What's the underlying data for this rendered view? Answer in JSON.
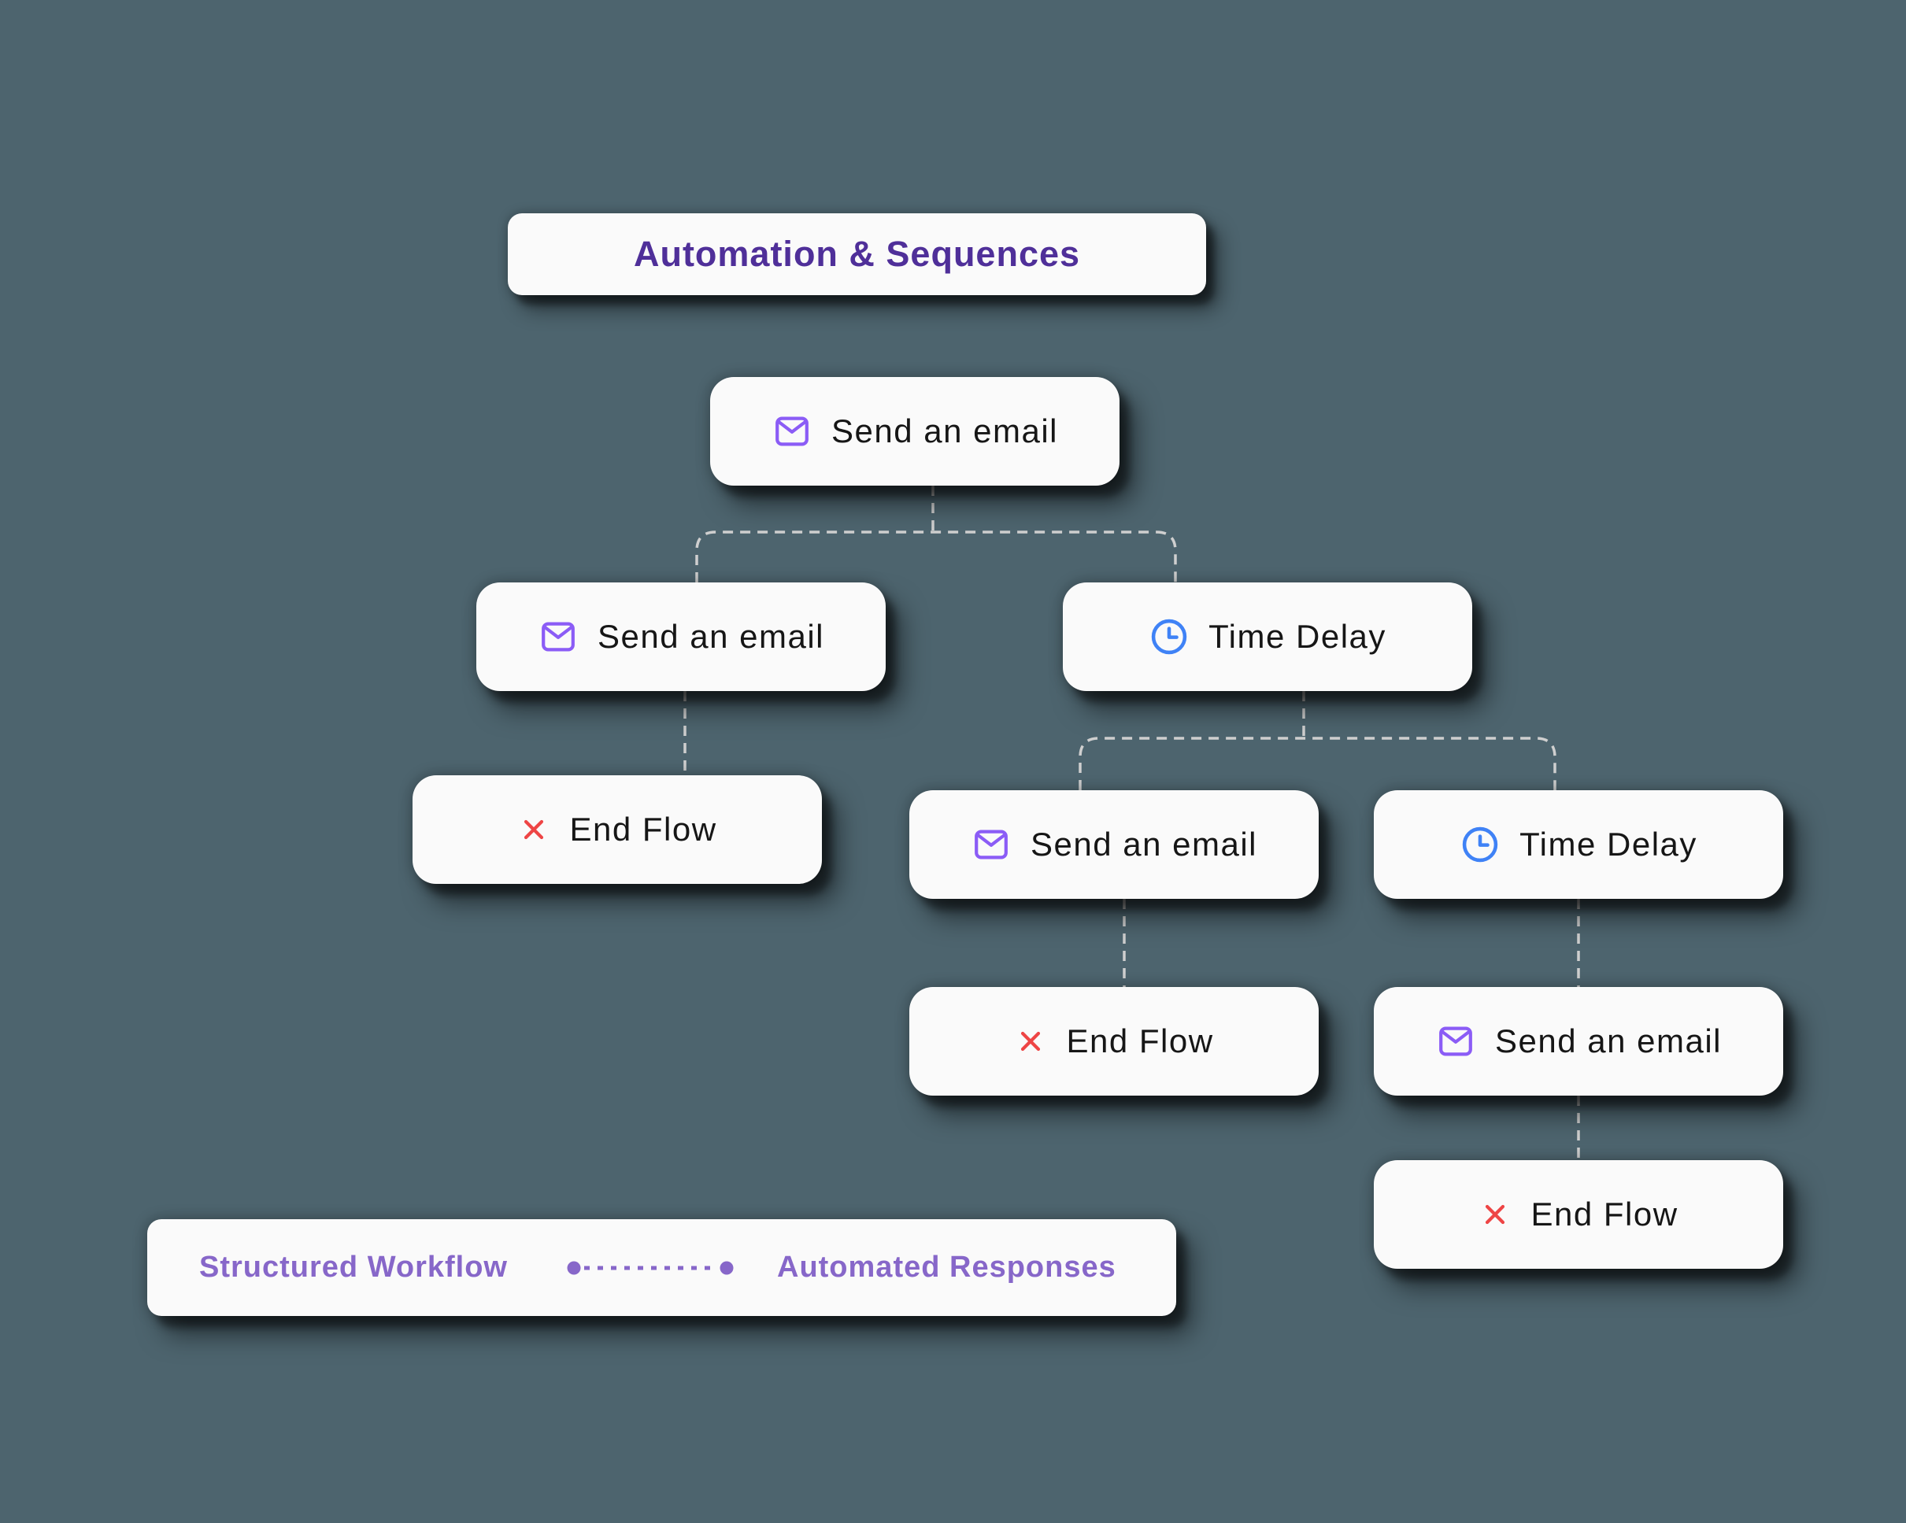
{
  "title": {
    "label": "Automation & Sequences"
  },
  "nodes": [
    {
      "label": "Send an email",
      "type": "send-email"
    },
    {
      "label": "Send an email",
      "type": "send-email"
    },
    {
      "label": "Time Delay",
      "type": "time-delay"
    },
    {
      "label": "End Flow",
      "type": "end-flow"
    },
    {
      "label": "Send an email",
      "type": "send-email"
    },
    {
      "label": "Time Delay",
      "type": "time-delay"
    },
    {
      "label": "End Flow",
      "type": "end-flow"
    },
    {
      "label": "Send an email",
      "type": "send-email"
    },
    {
      "label": "End Flow",
      "type": "end-flow"
    }
  ],
  "legend": {
    "left_label": "Structured Workflow",
    "right_label": "Automated Responses"
  },
  "colors": {
    "background": "#4d646e",
    "card": "#fafafa",
    "title_text": "#4f2f99",
    "node_text": "#161616",
    "mail_icon": "#8b5cf6",
    "clock_icon": "#3f82f6",
    "end_icon": "#ee4545",
    "connector": "#cfcfcf",
    "legend_text": "#8767c9"
  }
}
